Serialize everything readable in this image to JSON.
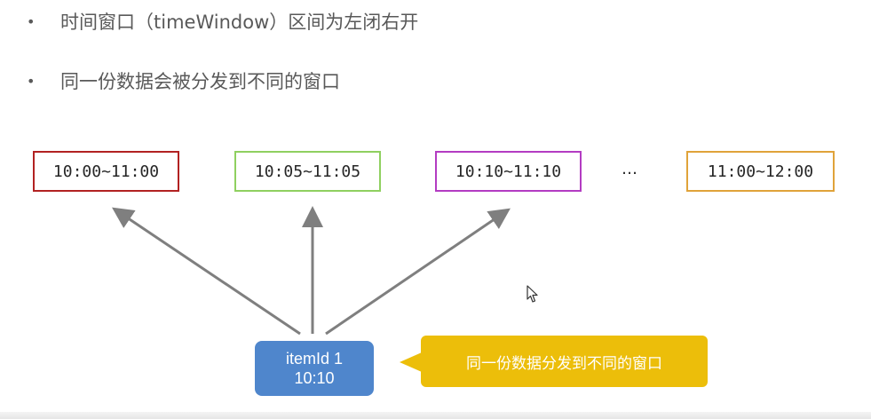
{
  "bullets": [
    "时间窗口（timeWindow）区间为左闭右开",
    "同一份数据会被分发到不同的窗口"
  ],
  "bullet_glyph": "•",
  "windows": [
    {
      "label": "10:00~11:00",
      "color": "#b22222"
    },
    {
      "label": "10:05~11:05",
      "color": "#8fd060"
    },
    {
      "label": "10:10~11:10",
      "color": "#b33cc2"
    },
    {
      "label": "11:00~12:00",
      "color": "#e0a33a"
    }
  ],
  "ellipsis": "…",
  "item": {
    "line1": "itemId 1",
    "line2": "10:10",
    "color": "#4f86cc"
  },
  "callout": {
    "text": "同一份数据分发到不同的窗口",
    "color": "#ecbe0a"
  },
  "arrow_color": "#7f7f7f",
  "icons": {
    "pointer": "mouse-pointer-icon"
  }
}
